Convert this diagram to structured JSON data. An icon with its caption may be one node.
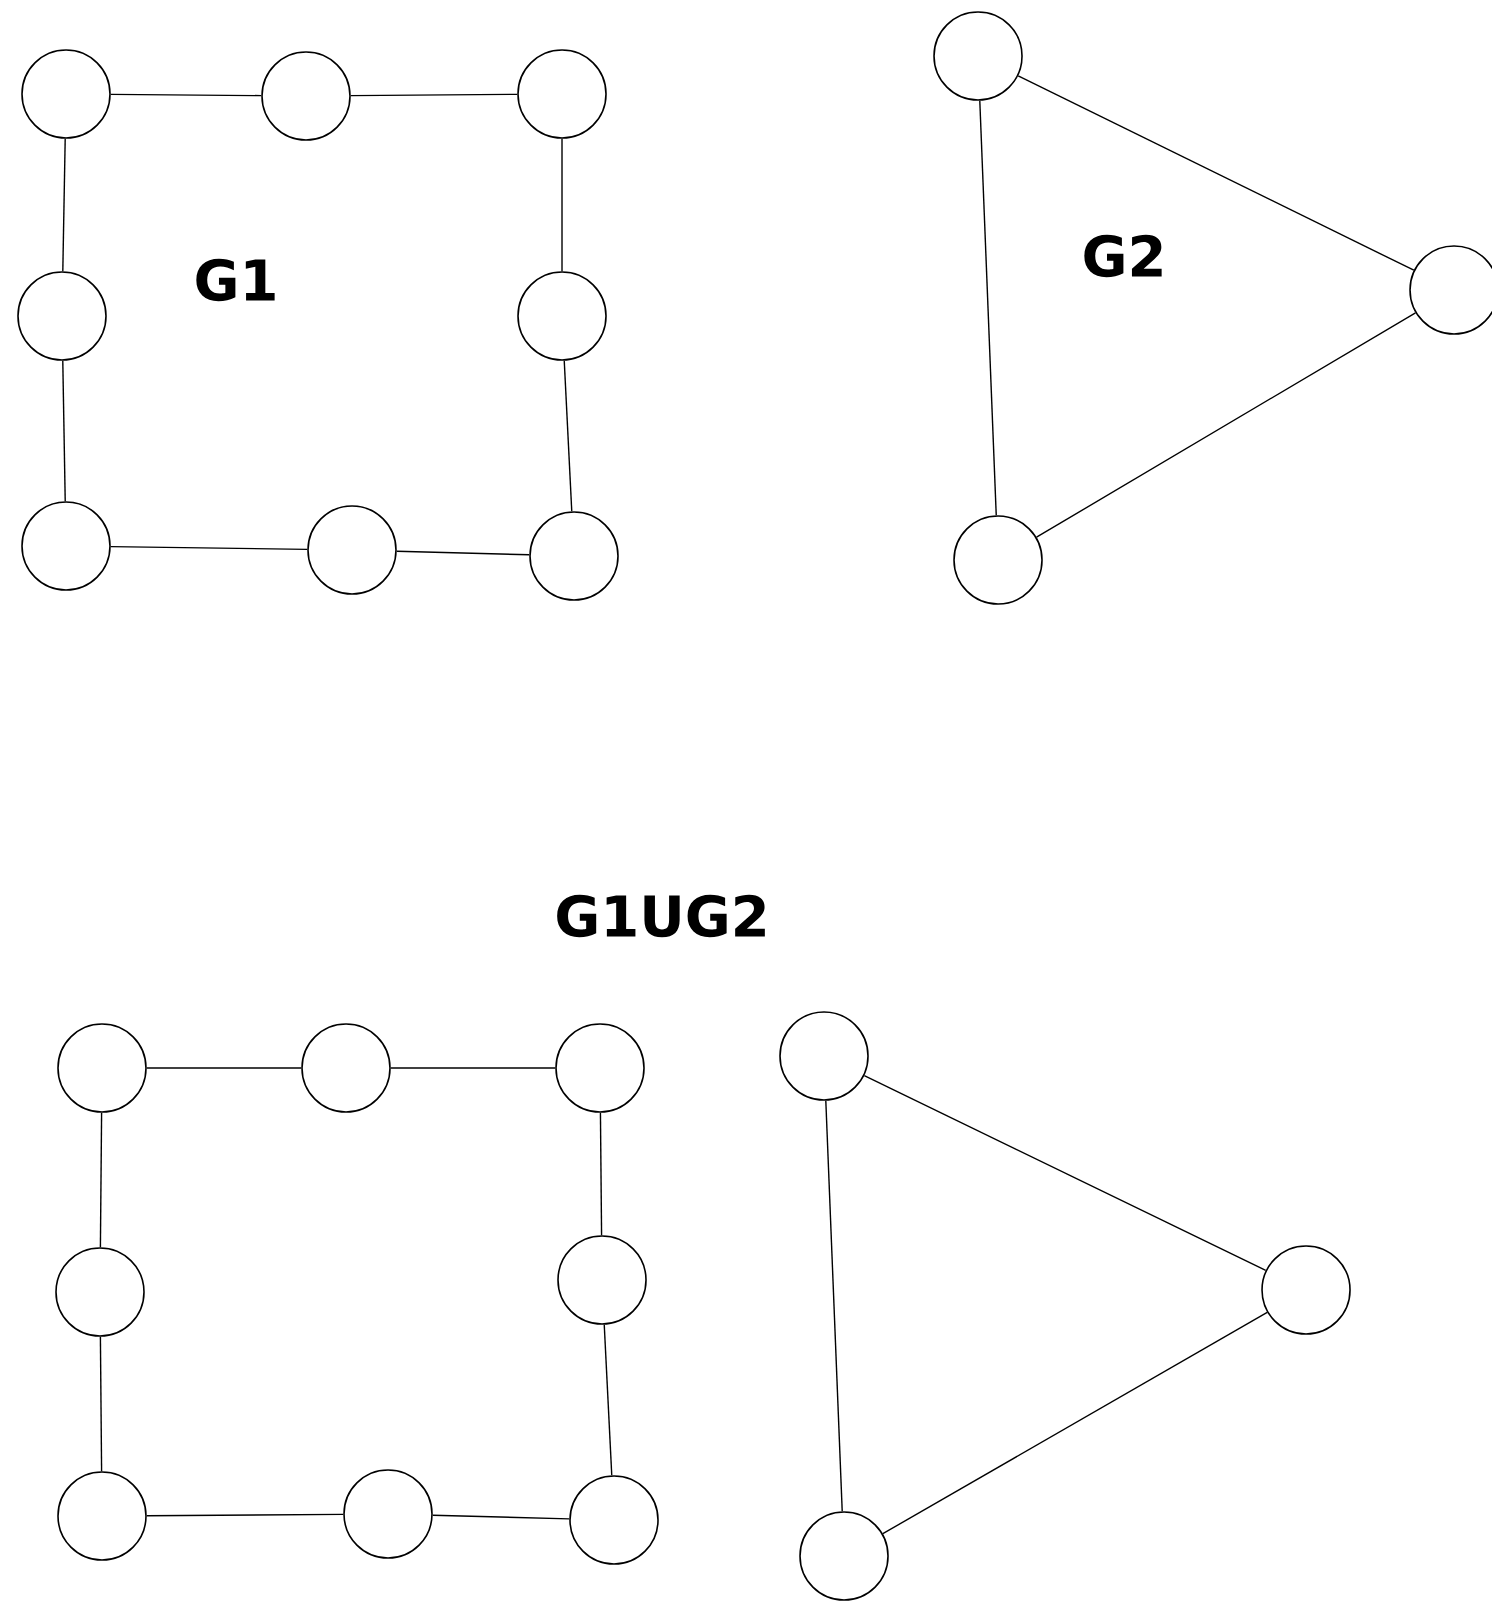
{
  "diagram": {
    "nodes": [
      {
        "text": [],
        "shape": "circle"
      },
      {
        "text": [],
        "shape": "circle"
      },
      {
        "text": [],
        "shape": "circle"
      },
      {
        "text": [],
        "shape": "circle"
      },
      {
        "text": [],
        "shape": "circle"
      },
      {
        "text": [],
        "shape": "circle"
      },
      {
        "text": [],
        "shape": "circle"
      },
      {
        "text": [],
        "shape": "circle"
      },
      {
        "text": [],
        "shape": "circle"
      },
      {
        "text": [],
        "shape": "circle"
      },
      {
        "text": [],
        "shape": "circle"
      },
      {
        "text": [],
        "shape": "circle"
      },
      {
        "text": [],
        "shape": "circle"
      },
      {
        "text": [],
        "shape": "circle"
      },
      {
        "text": [],
        "shape": "circle"
      },
      {
        "text": [],
        "shape": "circle"
      },
      {
        "text": [],
        "shape": "circle"
      },
      {
        "text": [],
        "shape": "circle"
      },
      {
        "text": [],
        "shape": "circle"
      },
      {
        "text": [],
        "shape": "circle"
      },
      {
        "text": [],
        "shape": "circle"
      },
      {
        "text": [],
        "shape": "circle"
      }
    ],
    "edges": [
      {
        "from": 0,
        "to": 1,
        "arrow": "none"
      },
      {
        "from": 1,
        "to": 2,
        "arrow": "none"
      },
      {
        "from": 2,
        "to": 3,
        "arrow": "none"
      },
      {
        "from": 3,
        "to": 4,
        "arrow": "none"
      },
      {
        "from": 4,
        "to": 5,
        "arrow": "none"
      },
      {
        "from": 5,
        "to": 6,
        "arrow": "none"
      },
      {
        "from": 6,
        "to": 7,
        "arrow": "none"
      },
      {
        "from": 7,
        "to": 0,
        "arrow": "none"
      },
      {
        "from": 8,
        "to": 9,
        "arrow": "none"
      },
      {
        "from": 9,
        "to": 10,
        "arrow": "none"
      },
      {
        "from": 10,
        "to": 8,
        "arrow": "none"
      },
      {
        "from": 11,
        "to": 12,
        "arrow": "none"
      },
      {
        "from": 12,
        "to": 13,
        "arrow": "none"
      },
      {
        "from": 13,
        "to": 14,
        "arrow": "none"
      },
      {
        "from": 14,
        "to": 15,
        "arrow": "none"
      },
      {
        "from": 15,
        "to": 16,
        "arrow": "none"
      },
      {
        "from": 16,
        "to": 17,
        "arrow": "none"
      },
      {
        "from": 17,
        "to": 18,
        "arrow": "none"
      },
      {
        "from": 18,
        "to": 11,
        "arrow": "none"
      },
      {
        "from": 19,
        "to": 20,
        "arrow": "none"
      },
      {
        "from": 20,
        "to": 21,
        "arrow": "none"
      },
      {
        "from": 21,
        "to": 19,
        "arrow": "none"
      }
    ],
    "labels": [
      "G1",
      "G2",
      "G1UG2"
    ]
  }
}
